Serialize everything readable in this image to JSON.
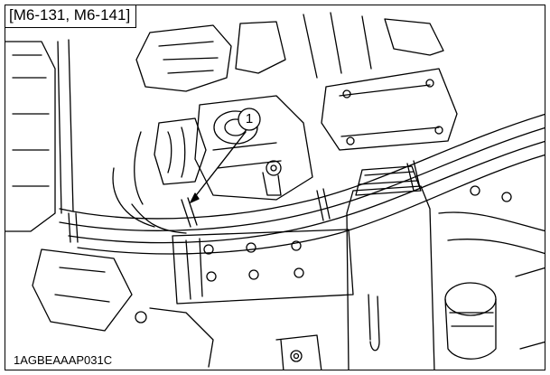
{
  "figure": {
    "model_tag": "[M6-131, M6-141]",
    "callout_number": "1",
    "figure_code": "1AGBEAAAP031C"
  },
  "colors": {
    "line": "#000000",
    "background": "#ffffff"
  }
}
